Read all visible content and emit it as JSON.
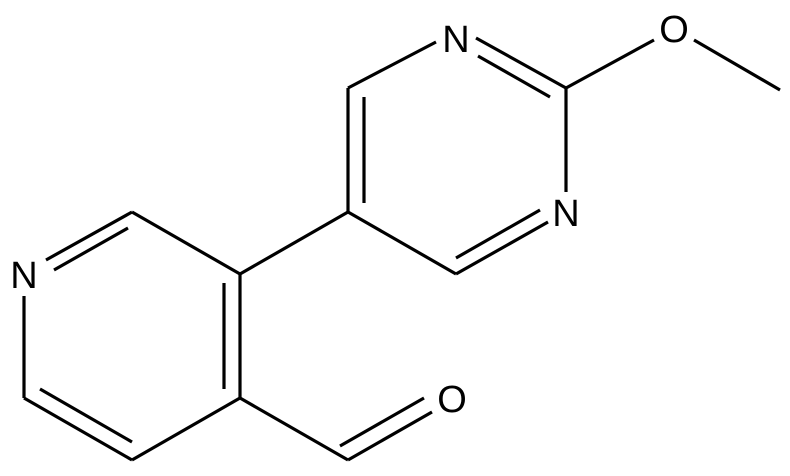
{
  "molecule": {
    "atoms": {
      "n_pyrimidine_top": "N",
      "n_pyrimidine_bottom": "N",
      "o_methoxy": "O",
      "n_pyridine": "N",
      "o_aldehyde": "O"
    }
  },
  "colors": {
    "bond": "#000000",
    "background": "#ffffff"
  }
}
